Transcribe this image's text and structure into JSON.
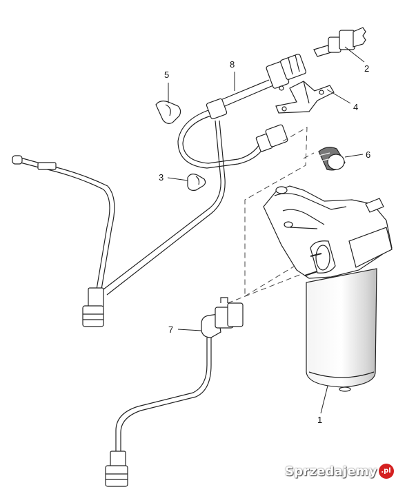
{
  "callouts": [
    {
      "id": "1",
      "label": "1"
    },
    {
      "id": "2",
      "label": "2"
    },
    {
      "id": "3",
      "label": "3"
    },
    {
      "id": "4",
      "label": "4"
    },
    {
      "id": "5",
      "label": "5"
    },
    {
      "id": "6",
      "label": "6"
    },
    {
      "id": "7",
      "label": "7"
    },
    {
      "id": "8",
      "label": "8"
    }
  ],
  "watermark": {
    "text": "Sprzedajemy",
    "badge": ".pl"
  }
}
